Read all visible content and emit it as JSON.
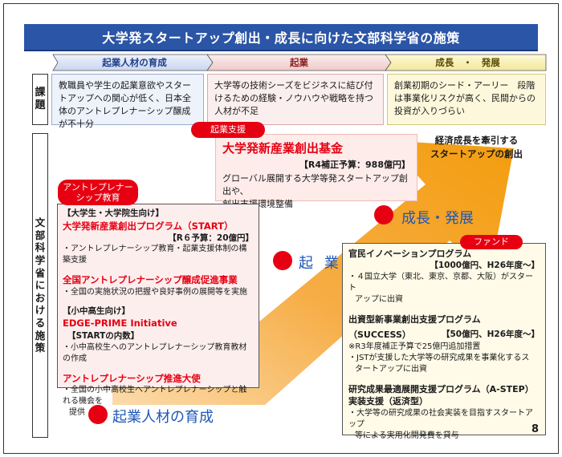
{
  "title": "大学発スタートアップ創出・成長に向けた文部科学省の施策",
  "phases": [
    {
      "label": "起業人材の育成",
      "color": "#1f3f8a"
    },
    {
      "label": "起業",
      "color": "#8a1a1a"
    },
    {
      "label": "成長　・　発展",
      "color": "#5a4a00"
    }
  ],
  "side_labels": {
    "issues": [
      "課",
      "題"
    ],
    "measures": [
      "文",
      "部",
      "科",
      "学",
      "省",
      "に",
      "お",
      "け",
      "る",
      "施",
      "策"
    ]
  },
  "issues": [
    "教職員や学生の起業意欲やスタートアップへの関心が低く、日本全体のアントレプレナーシップ醸成が不十分",
    "大学等の技術シーズをビジネスに結び付けるための経験・ノウハウや戦略を持つ人材が不足",
    "創業初期のシード・アーリー　段階は事業化リスクが高く、民間からの投資が入りづらい"
  ],
  "arrow_labels": {
    "growth": "成長・発展",
    "startup": "起 業",
    "talent": "起業人材の育成",
    "callout_line1": "経済成長を牽引する",
    "callout_line2": "スタートアップの創出"
  },
  "pills": {
    "support": "起業支援",
    "edu_line1": "アントレプレナー",
    "edu_line2": "シップ教育",
    "fund": "ファンド"
  },
  "fund": {
    "title": "大学発新産業創出基金",
    "budget": "【R4補正予算：988億円】",
    "desc_line1": "グローバル展開する大学等発スタートアップ創出や、",
    "desc_line2": "創出支援環境整備"
  },
  "edu": {
    "cat1": "【大学生・大学院生向け】",
    "p1_title": "大学発新産業創出プログラム（START）",
    "p1_budget": "【R６予算：20億円】",
    "p1_desc": "・アントレプレナーシップ教育・起業支援体制の構築支援",
    "p2_title": "全国アントレプレナーシップ醸成促進事業",
    "p2_desc": "・全国の実施状況の把握や良好事例の展開等を実施",
    "cat2": "【小中高生向け】",
    "p3_title": "EDGE-PRIME Initiative",
    "p3_note": "【STARTの内数】",
    "p3_desc": "・小中高校生へのアントレプレナーシップ教育教材の作成",
    "p4_title": "アントレプレナーシップ推進大使",
    "p4_desc1": "・全国の小中高校生へアントレプレナーシップと触れる機会を",
    "p4_desc2": "提供"
  },
  "gov": {
    "h1": "官民イノベーションプログラム",
    "h1_budget": "【1000億円、H26年度～】",
    "h1_desc1": "・４国立大学（東北、東京、京都、大阪）がスタート",
    "h1_desc2": "アップに出資",
    "h2": "出資型新事業創出支援プログラム",
    "h2_sub": "（SUCCESS）",
    "h2_budget": "【50億円、H26年度～】",
    "h2_desc1": "※R3年度補正予算で25億円追加措置",
    "h2_desc2": "・JSTが支援した大学等の研究成果を事業化するス",
    "h2_desc3": "タートアップに出資",
    "h3": "研究成果最適展開支援プログラム（A-STEP）",
    "h3_sub": "実装支援（返済型）",
    "h3_desc1": "・大学等の研究成果の社会実装を目指すスタートアップ",
    "h3_desc2": "等による実用化開発費を貸与"
  },
  "page_number": "8",
  "colors": {
    "title_bg": "#2b55a6",
    "accent_red": "#e60012",
    "arrow_orange": "#f39800",
    "growth_blue": "#1f57b8"
  }
}
